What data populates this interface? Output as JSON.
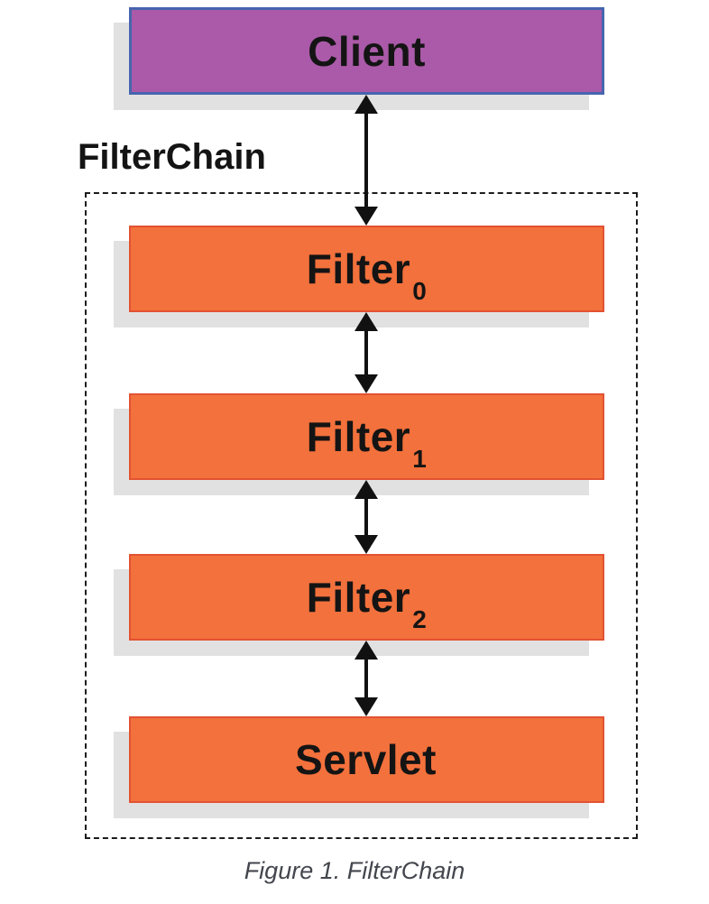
{
  "diagram": {
    "client_label": "Client",
    "chain_label": "FilterChain",
    "nodes": [
      {
        "base": "Filter",
        "sub": "0"
      },
      {
        "base": "Filter",
        "sub": "1"
      },
      {
        "base": "Filter",
        "sub": "2"
      },
      {
        "base": "Servlet",
        "sub": ""
      }
    ],
    "caption": "Figure 1. FilterChain",
    "colors": {
      "client_fill": "#aa5aa8",
      "client_border": "#4665ae",
      "filter_fill": "#f3713c",
      "filter_border": "#e25232",
      "shadow": "#e1e1e1",
      "arrow": "#111111",
      "caption_text": "#43464d",
      "label_text": "#141414"
    }
  }
}
